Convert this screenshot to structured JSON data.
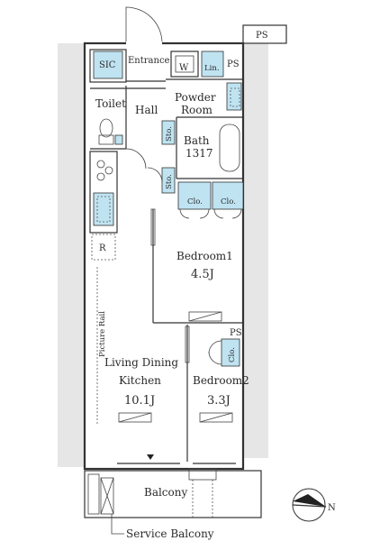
{
  "rooms": {
    "ps_top": "PS",
    "ps_right": "PS",
    "ps_bed2": "PS",
    "sic": "SIC",
    "entrance": "Entrance",
    "washer": "W",
    "linen": "Lin.",
    "powder_line1": "Powder",
    "powder_line2": "Room",
    "toilet": "Toilet",
    "hall": "Hall",
    "storage1": "Sto.",
    "storage2": "Sto.",
    "bath_line1": "Bath",
    "bath_line2": "1317",
    "closet1": "Clo.",
    "closet2": "Clo.",
    "closet3": "Clo.",
    "fridge": "R",
    "picture_rail": "Picture Rail",
    "bedroom1_name": "Bedroom1",
    "bedroom1_size": "4.5J",
    "ldk_line1": "Living Dining",
    "ldk_line2": "Kitchen",
    "ldk_size": "10.1J",
    "bedroom2_name": "Bedroom2",
    "bedroom2_size": "3.3J",
    "balcony": "Balcony",
    "service_balcony": "Service Balcony",
    "north": "N"
  },
  "colors": {
    "fixture_blue": "#bfe3f1",
    "wall_gray": "#e6e6e6"
  }
}
